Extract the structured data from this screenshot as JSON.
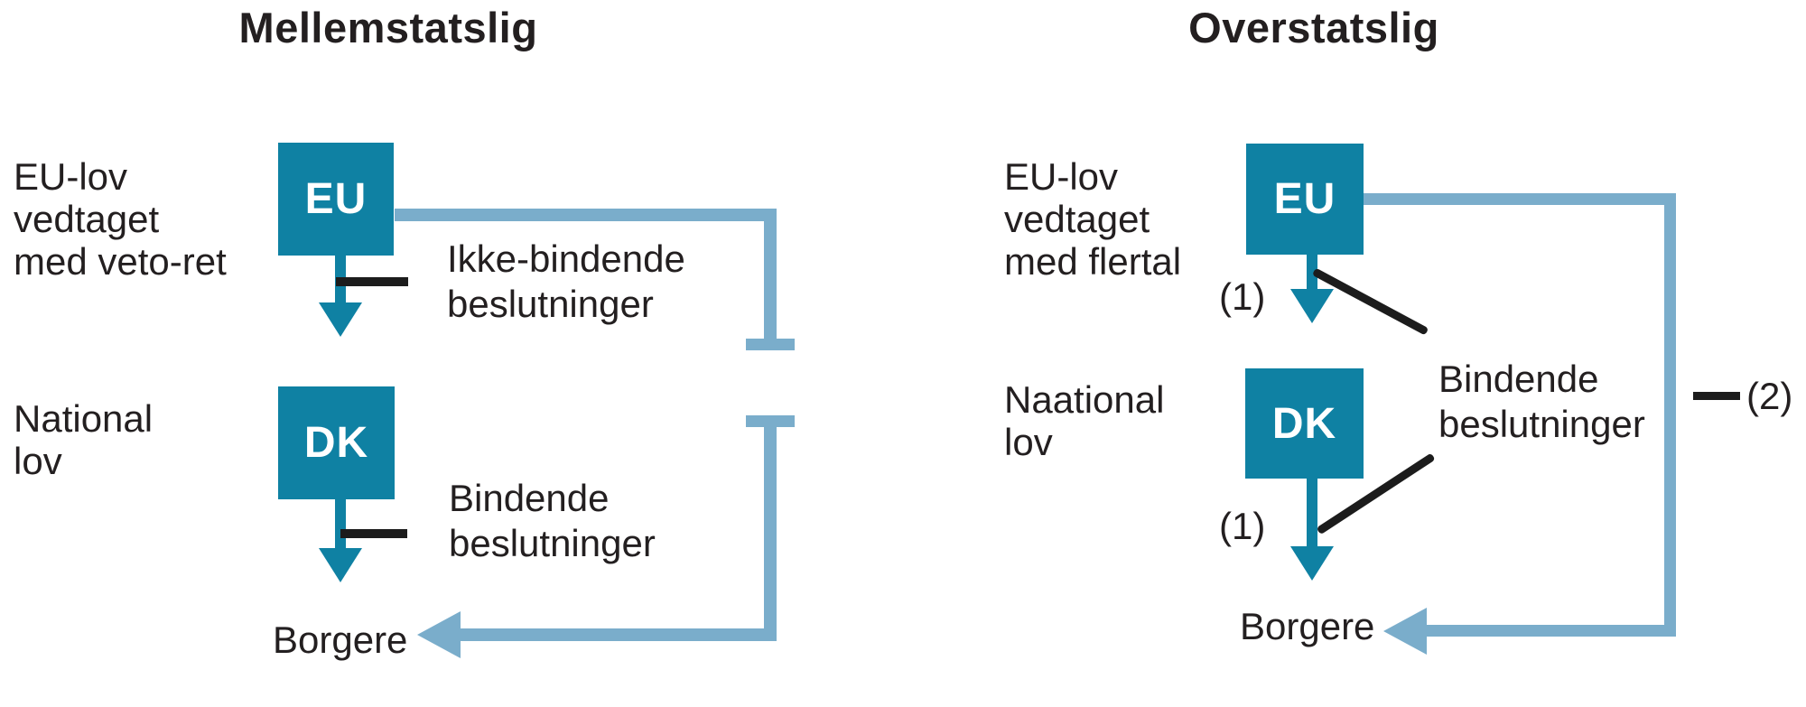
{
  "colors": {
    "teal": "#0f81a3",
    "light_blue": "#7aadcb",
    "ink": "#231f20",
    "line_black": "#1c1c1c",
    "background": "#ffffff"
  },
  "panels": {
    "left": {
      "title": "Mellemstatslig",
      "eu_law_label_lines": [
        "EU-lov",
        "vedtaget",
        "med veto-ret"
      ],
      "eu_box_label": "EU",
      "non_binding_label_lines": [
        "Ikke-bindende",
        "beslutninger"
      ],
      "national_law_label_lines": [
        "National",
        "lov"
      ],
      "dk_box_label": "DK",
      "binding_label_lines": [
        "Bindende",
        "beslutninger"
      ],
      "citizens_label": "Borgere"
    },
    "right": {
      "title": "Overstatslig",
      "eu_law_label_lines": [
        "EU-lov",
        "vedtaget",
        "med flertal"
      ],
      "eu_box_label": "EU",
      "note_1_eu": "(1)",
      "binding_label_lines": [
        "Bindende",
        "beslutninger"
      ],
      "national_law_label_lines": [
        "Naational",
        "lov"
      ],
      "dk_box_label": "DK",
      "note_1_dk": "(1)",
      "note_2": "(2)",
      "citizens_label": "Borgere"
    }
  }
}
